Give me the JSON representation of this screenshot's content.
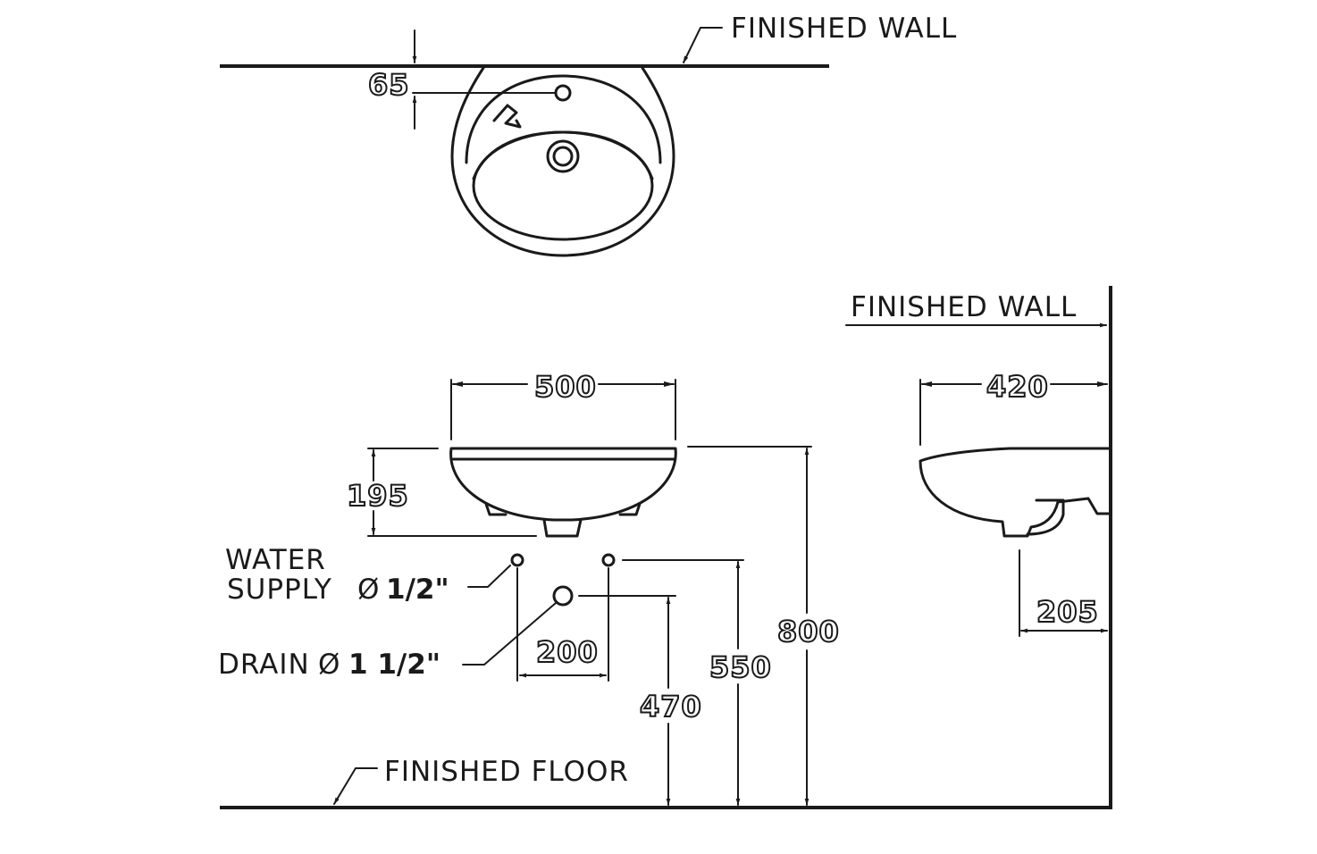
{
  "labels": {
    "finished_wall_top": "FINISHED  WALL",
    "finished_wall_side": "FINISHED  WALL",
    "finished_floor": "FINISHED  FLOOR",
    "water_supply_line1": "WATER",
    "water_supply_line2": "SUPPLY",
    "water_supply_size": "1/2\"",
    "drain": "DRAIN",
    "drain_size": "1  1/2\"",
    "diameter_symbol": "Ø"
  },
  "dimensions": {
    "wall_offset": "65",
    "basin_width": "500",
    "basin_height": "195",
    "supply_spacing": "200",
    "drain_height": "470",
    "supply_height": "550",
    "rim_height": "800",
    "basin_depth": "420",
    "drain_to_wall": "205"
  },
  "colors": {
    "line": "#1a1a1a",
    "background": "#ffffff"
  }
}
